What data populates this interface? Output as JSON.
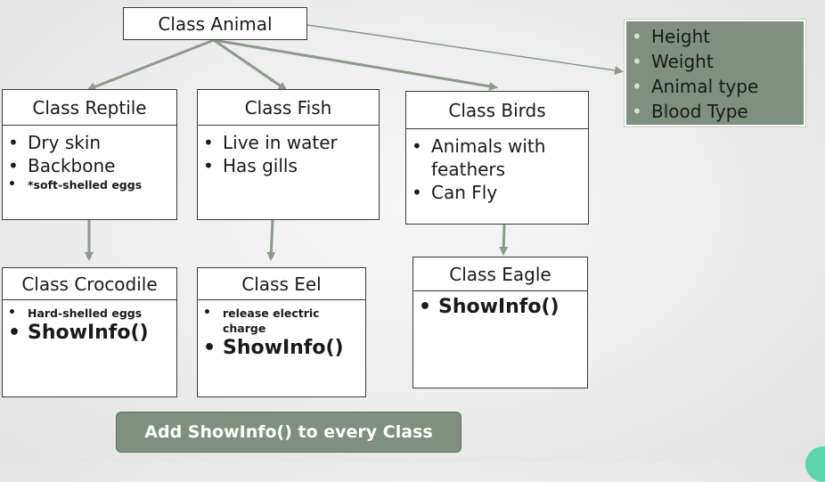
{
  "root": {
    "title": "Class Animal"
  },
  "attributes": [
    "Height",
    "Weight",
    "Animal type",
    "Blood Type"
  ],
  "classes": [
    {
      "title": "Class Reptile",
      "items": [
        {
          "text": "Dry skin",
          "style": "big"
        },
        {
          "text": "Backbone",
          "style": "big"
        },
        {
          "text": "*soft-shelled eggs",
          "style": "small"
        }
      ]
    },
    {
      "title": "Class Fish",
      "items": [
        {
          "text": "Live in water",
          "style": "big"
        },
        {
          "text": "Has gills",
          "style": "big"
        }
      ]
    },
    {
      "title": "Class Birds",
      "items": [
        {
          "text": "Animals with feathers",
          "style": "big"
        },
        {
          "text": "Can Fly",
          "style": "big"
        }
      ]
    }
  ],
  "subclasses": [
    {
      "title": "Class Crocodile",
      "items": [
        {
          "text": "Hard-shelled eggs",
          "style": "small"
        },
        {
          "text": "ShowInfo()",
          "style": "green"
        }
      ]
    },
    {
      "title": "Class Eel",
      "items": [
        {
          "text": "release electric charge",
          "style": "small"
        },
        {
          "text": "ShowInfo()",
          "style": "green"
        }
      ]
    },
    {
      "title": "Class Eagle",
      "items": [
        {
          "text": "ShowInfo()",
          "style": "green"
        }
      ]
    }
  ],
  "banner": {
    "text": "Add ShowInfo() to every Class"
  },
  "colors": {
    "arrow": "#8c9a8c",
    "panel": "#7f907f",
    "accent_green": "#2a9a44"
  }
}
